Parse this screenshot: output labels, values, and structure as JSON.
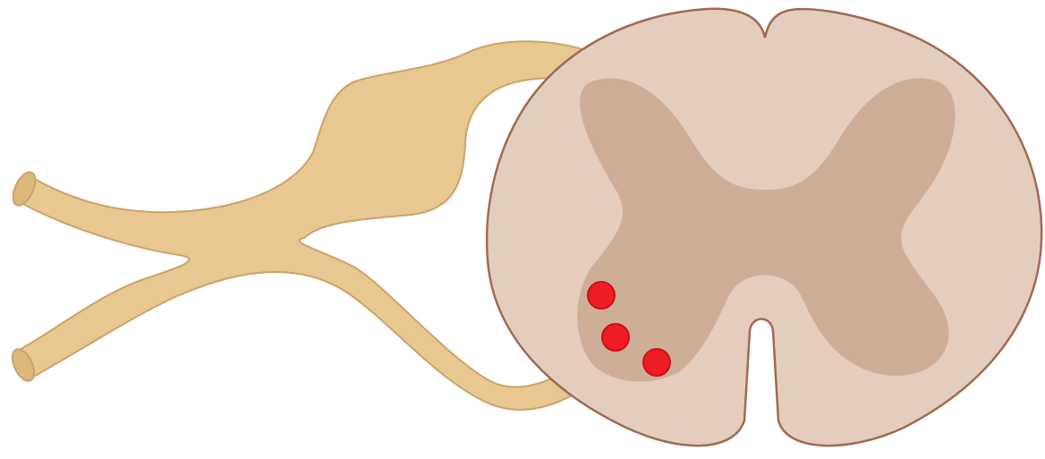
{
  "colors": {
    "background": "#ffffff",
    "nerve_fill": "#e8c790",
    "nerve_stroke": "#c9a46a",
    "nerve_cut_face": "#ddb87c",
    "white_matter_fill": "#e4cdbc",
    "white_matter_stroke": "#9e6b55",
    "gray_matter_fill": "#cfae98",
    "marker_fill": "#ee1c25",
    "marker_stroke": "#c8121a"
  },
  "markers": [
    {
      "name": "highlight-dot-1"
    },
    {
      "name": "highlight-dot-2"
    },
    {
      "name": "highlight-dot-3"
    }
  ]
}
